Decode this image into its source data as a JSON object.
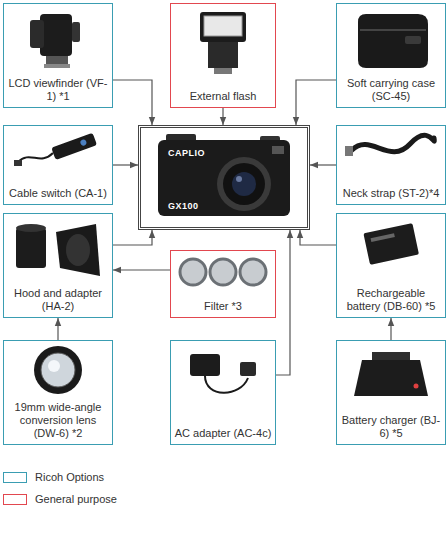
{
  "diagram": {
    "nodes": [
      {
        "text": [
          "LCD viewfinder (VF-1) *1"
        ]
      },
      {
        "text": [
          "External flash"
        ]
      },
      {
        "text": [
          "Soft carrying case (SC-45)"
        ]
      },
      {
        "text": [
          "Cable switch (CA-1)"
        ]
      },
      {
        "text": [
          "CAPLIO",
          "GX100"
        ]
      },
      {
        "text": [
          "Neck strap (ST-2)*4"
        ]
      },
      {
        "text": [
          "Hood and adapter (HA-2)"
        ]
      },
      {
        "text": [
          "Filter *3"
        ]
      },
      {
        "text": [
          "Rechargeable battery (DB-60) *5"
        ]
      },
      {
        "text": [
          "19mm wide-angle conversion lens (DW-6) *2"
        ]
      },
      {
        "text": [
          "AC adapter (AC-4c)"
        ]
      },
      {
        "text": [
          "Battery charger (BJ-6) *5"
        ]
      }
    ],
    "edges": [
      {
        "from": 0,
        "to": 4,
        "arrow": "to"
      },
      {
        "from": 1,
        "to": 4,
        "arrow": "to"
      },
      {
        "from": 2,
        "to": 4,
        "arrow": "to"
      },
      {
        "from": 3,
        "to": 4,
        "arrow": "to"
      },
      {
        "from": 5,
        "to": 4,
        "arrow": "to"
      },
      {
        "from": 6,
        "to": 4,
        "arrow": "to"
      },
      {
        "from": 7,
        "to": 6,
        "arrow": "to"
      },
      {
        "from": 9,
        "to": 6,
        "arrow": "to"
      },
      {
        "from": 10,
        "to": 4,
        "arrow": "to"
      },
      {
        "from": 8,
        "to": 4,
        "arrow": "to"
      },
      {
        "from": 11,
        "to": 8,
        "arrow": "to"
      }
    ],
    "legend": [
      {
        "text": "Ricoh Options",
        "color": "#3a9db2"
      },
      {
        "text": "General purpose",
        "color": "#e2474f"
      }
    ]
  }
}
